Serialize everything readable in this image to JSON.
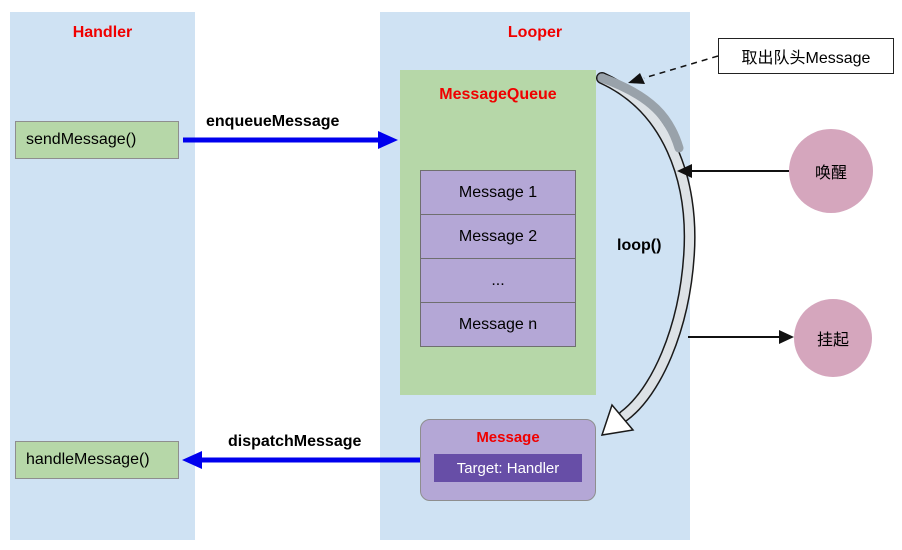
{
  "handler": {
    "title": "Handler",
    "send_message_label": "sendMessage()",
    "handle_message_label": "handleMessage()"
  },
  "looper": {
    "title": "Looper",
    "loop_label": "loop()",
    "message_queue": {
      "title": "MessageQueue",
      "items": [
        "Message 1",
        "Message 2",
        "...",
        "Message n"
      ]
    },
    "message": {
      "title": "Message",
      "target_label": "Target: Handler"
    }
  },
  "arrows": {
    "enqueue_label": "enqueueMessage",
    "dispatch_label": "dispatchMessage"
  },
  "annotations": {
    "dequeue_note": "取出队头Message",
    "wake_label": "唤醒",
    "suspend_label": "挂起"
  },
  "colors": {
    "panel_blue": "#cfe2f3",
    "box_green": "#b6d7a8",
    "item_purple": "#b4a7d6",
    "target_purple": "#674ea7",
    "circle_pink": "#d5a6bd",
    "title_red": "#f00000",
    "arrow_blue": "#0000ee"
  }
}
